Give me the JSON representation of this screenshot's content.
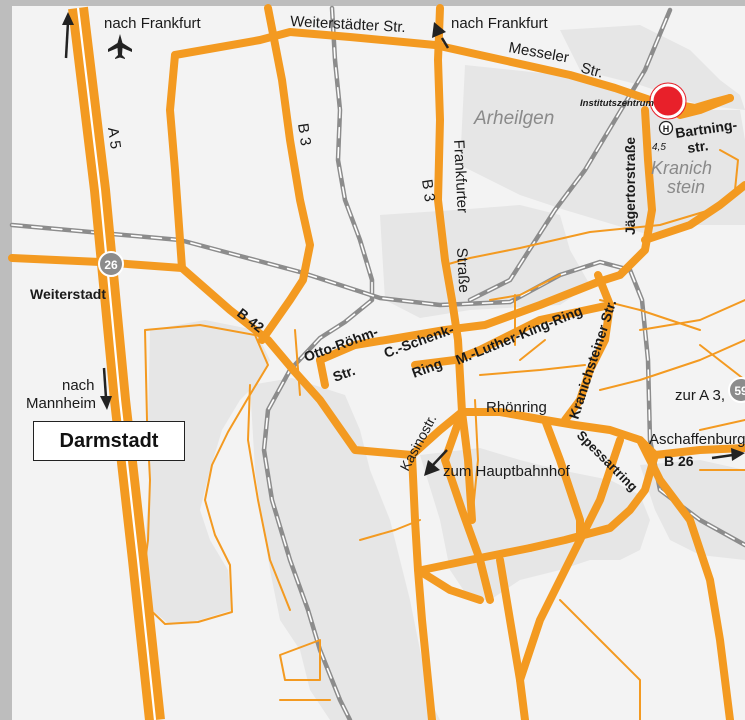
{
  "colors": {
    "road": "#f39a21",
    "rail": "#8c8c8c",
    "builtup": "#e6e6e6",
    "background": "#f3f3f3",
    "marker": "#e8202a",
    "sidebar": "#bdbdbd"
  },
  "city": "Darmstadt",
  "districts": {
    "arheilgen": "Arheilgen",
    "kranich_1": "Kranich",
    "kranich_2": "stein"
  },
  "roads": {
    "a5": "A 5",
    "b3_west": "B 3",
    "b3_east": "B 3",
    "b42": "B 42",
    "b26": "B 26",
    "weiterstaedter": "Weiterstädter Str.",
    "messeler_1": "Messeler",
    "messeler_2": "Str.",
    "frankfurter_1": "Frankfurter",
    "frankfurter_2": "Straße",
    "jaegertor": "Jägertorstraße",
    "bartning_1": "Bartning-",
    "bartning_2": "str.",
    "otto_roehm_1": "Otto-Röhm-",
    "otto_roehm_2": "Str.",
    "c_schenk_1": "C.-Schenk-",
    "c_schenk_2": "Ring",
    "mlk": "M.-Luther-King-Ring",
    "kranichsteiner": "Kranichsteiner Str.",
    "rhoenring": "Rhönring",
    "kasinostr": "Kasinostr.",
    "spessartring": "Spessartring"
  },
  "directions": {
    "frankfurt_west": "nach Frankfurt",
    "frankfurt_east": "nach Frankfurt",
    "mannheim_1": "nach",
    "mannheim_2": "Mannheim",
    "hauptbahnhof": "zum Hauptbahnhof",
    "a3": "zur A 3,",
    "aschaffenburg": "Aschaffenburg"
  },
  "places": {
    "weiterstadt": "Weiterstadt",
    "institute": "Institutszentrum",
    "stop_number": "4,5",
    "bus_stop": "H"
  },
  "exits": {
    "a5_exit": "26",
    "a3_exit": "59"
  },
  "icons": {
    "airport": "airplane-icon"
  }
}
